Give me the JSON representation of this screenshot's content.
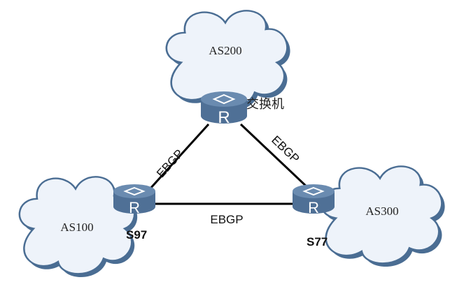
{
  "diagram": {
    "clouds": [
      {
        "id": "as200",
        "label": "AS200"
      },
      {
        "id": "as100",
        "label": "AS100"
      },
      {
        "id": "as300",
        "label": "AS300"
      }
    ],
    "devices": [
      {
        "id": "switch",
        "label": "交换机",
        "icon": "router-icon",
        "glyph": "R"
      },
      {
        "id": "s97",
        "label": "S97",
        "icon": "router-icon",
        "glyph": "R"
      },
      {
        "id": "s77",
        "label": "S77",
        "icon": "router-icon",
        "glyph": "R"
      }
    ],
    "links": [
      {
        "from": "switch",
        "to": "s97",
        "label": "EBGP"
      },
      {
        "from": "switch",
        "to": "s77",
        "label": "EBGP"
      },
      {
        "from": "s97",
        "to": "s77",
        "label": "EBGP"
      }
    ],
    "colors": {
      "cloud_fill": "#eef3fa",
      "cloud_stroke": "#4a6d93",
      "router_body": "#4f7096",
      "router_top": "#6a8bb0",
      "link": "#000000"
    }
  }
}
